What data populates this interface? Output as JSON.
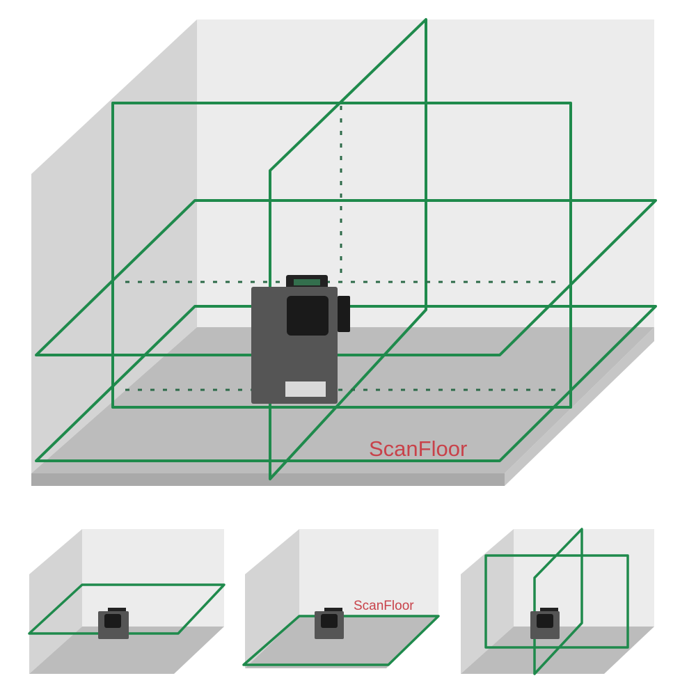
{
  "main_scene": {
    "floor_label": "ScanFloor"
  },
  "small_scenes": [
    {
      "mode": "floor-plane"
    },
    {
      "mode": "scan-floor",
      "floor_label": "ScanFloor"
    },
    {
      "mode": "cross-vertical"
    }
  ],
  "colors": {
    "laser": "#1f8a4c",
    "label": "#c8424a",
    "back_wall": "#ececec",
    "side_wall": "#d6d6d6",
    "floor": "#b9b9b9",
    "device_body": "#555555",
    "device_dark": "#1a1a1a"
  }
}
